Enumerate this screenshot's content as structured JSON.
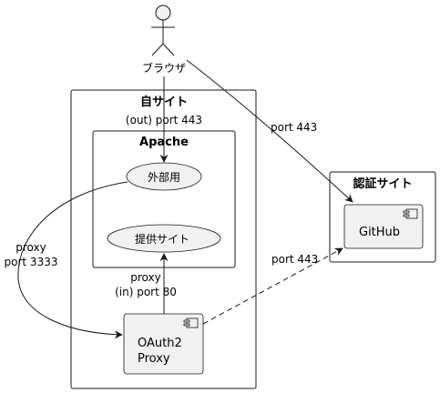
{
  "actor": {
    "label": "ブラウザ"
  },
  "containers": {
    "own_site": {
      "title": "自サイト"
    },
    "apache": {
      "title": "Apache"
    },
    "auth_site": {
      "title": "認証サイト"
    }
  },
  "nodes": {
    "external": {
      "label": "外部用"
    },
    "provided_site": {
      "label": "提供サイト"
    },
    "oauth2_proxy": {
      "line1": "OAuth2",
      "line2": "Proxy"
    },
    "github": {
      "label": "GitHub"
    }
  },
  "edge_labels": {
    "browser_to_external": "(out) port 443",
    "browser_to_github": "port 443",
    "external_to_proxy_line1": "proxy",
    "external_to_proxy_line2": "port 3333",
    "proxy_to_provided_line1": "proxy",
    "proxy_to_provided_line2": "(in) port 80",
    "proxy_to_github": "port 443"
  },
  "colors": {
    "node_fill": "#f1f1f1",
    "stroke": "#181818"
  }
}
